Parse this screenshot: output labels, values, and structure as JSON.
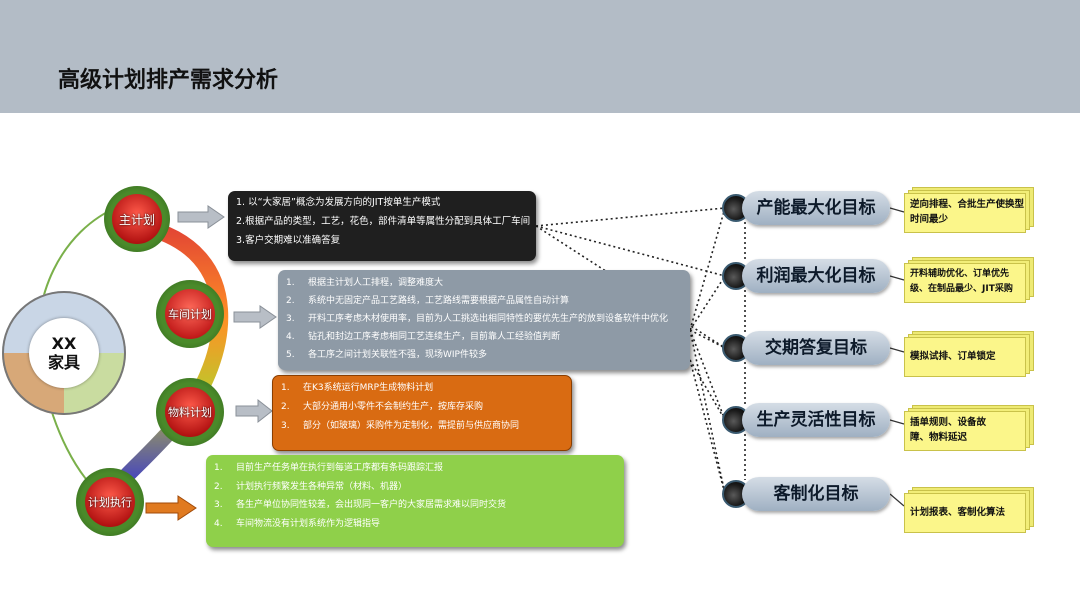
{
  "title": "高级计划排产需求分析",
  "center": {
    "line1": "XX",
    "line2": "家具"
  },
  "nodes": {
    "main_plan": "主计划",
    "workshop_plan": "车间计划",
    "material_plan": "物料计划",
    "execution": "计划执行"
  },
  "box_main_plan": {
    "items": [
      {
        "num": "1.",
        "text": "以“大家居”概念为发展方向的JIT按单生产模式"
      },
      {
        "num": "2.",
        "text": "根据产品的类型，工艺，花色，部件清单等属性分配到具体工厂车间"
      },
      {
        "num": "3.",
        "text": "客户交期难以准确答复"
      }
    ]
  },
  "box_workshop_plan": {
    "items": [
      {
        "num": "1.",
        "text": "根据主计划人工排程，调整难度大"
      },
      {
        "num": "2.",
        "text": "系统中无固定产品工艺路线，工艺路线需要根据产品属性自动计算"
      },
      {
        "num": "3.",
        "text": "开料工序考虑木材使用率，目前为人工挑选出相同特性的要优先生产的放到设备软件中优化"
      },
      {
        "num": "4.",
        "text": "钻孔和封边工序考虑相同工艺连续生产，目前靠人工经验值判断"
      },
      {
        "num": "5.",
        "text": "各工序之间计划关联性不强，现场WIP件较多"
      }
    ]
  },
  "box_material_plan": {
    "items": [
      {
        "num": "1.",
        "text": "在K3系统运行MRP生成物料计划"
      },
      {
        "num": "2.",
        "text": "大部分通用小零件不会制约生产，按库存采购"
      },
      {
        "num": "3.",
        "text": "部分（如玻璃）采购件为定制化，需提前与供应商协同"
      }
    ]
  },
  "box_execution": {
    "items": [
      {
        "num": "1.",
        "text": "目前生产任务单在执行到每道工序都有条码跟踪汇报"
      },
      {
        "num": "2.",
        "text": "计划执行频繁发生各种异常（材料、机器）"
      },
      {
        "num": "3.",
        "text": "各生产单位协同性较差，会出现同一客户的大家居需求难以同时交货"
      },
      {
        "num": "4.",
        "text": "车间物流没有计划系统作为逻辑指导"
      }
    ]
  },
  "goals": [
    {
      "label": "产能最大化目标",
      "note": "逆向排程、合批生产使换型时间最少"
    },
    {
      "label": "利润最大化目标",
      "note": "开料辅助优化、订单优先级、在制品最少、JIT采购"
    },
    {
      "label": "交期答复目标",
      "note": "模拟试排、订单锁定"
    },
    {
      "label": "生产灵活性目标",
      "note": "插单规则、设备故障、物料延迟"
    },
    {
      "label": "客制化目标",
      "note": "计划报表、客制化算法"
    }
  ],
  "colors": {
    "header_bg": "#b3bcc6",
    "main_plan_box": "#1f1f1f",
    "workshop_box": "#8e9aa6",
    "material_box": "#d96b12",
    "execution_box": "#8fd04a",
    "note_yellow": "#f4f07a"
  }
}
